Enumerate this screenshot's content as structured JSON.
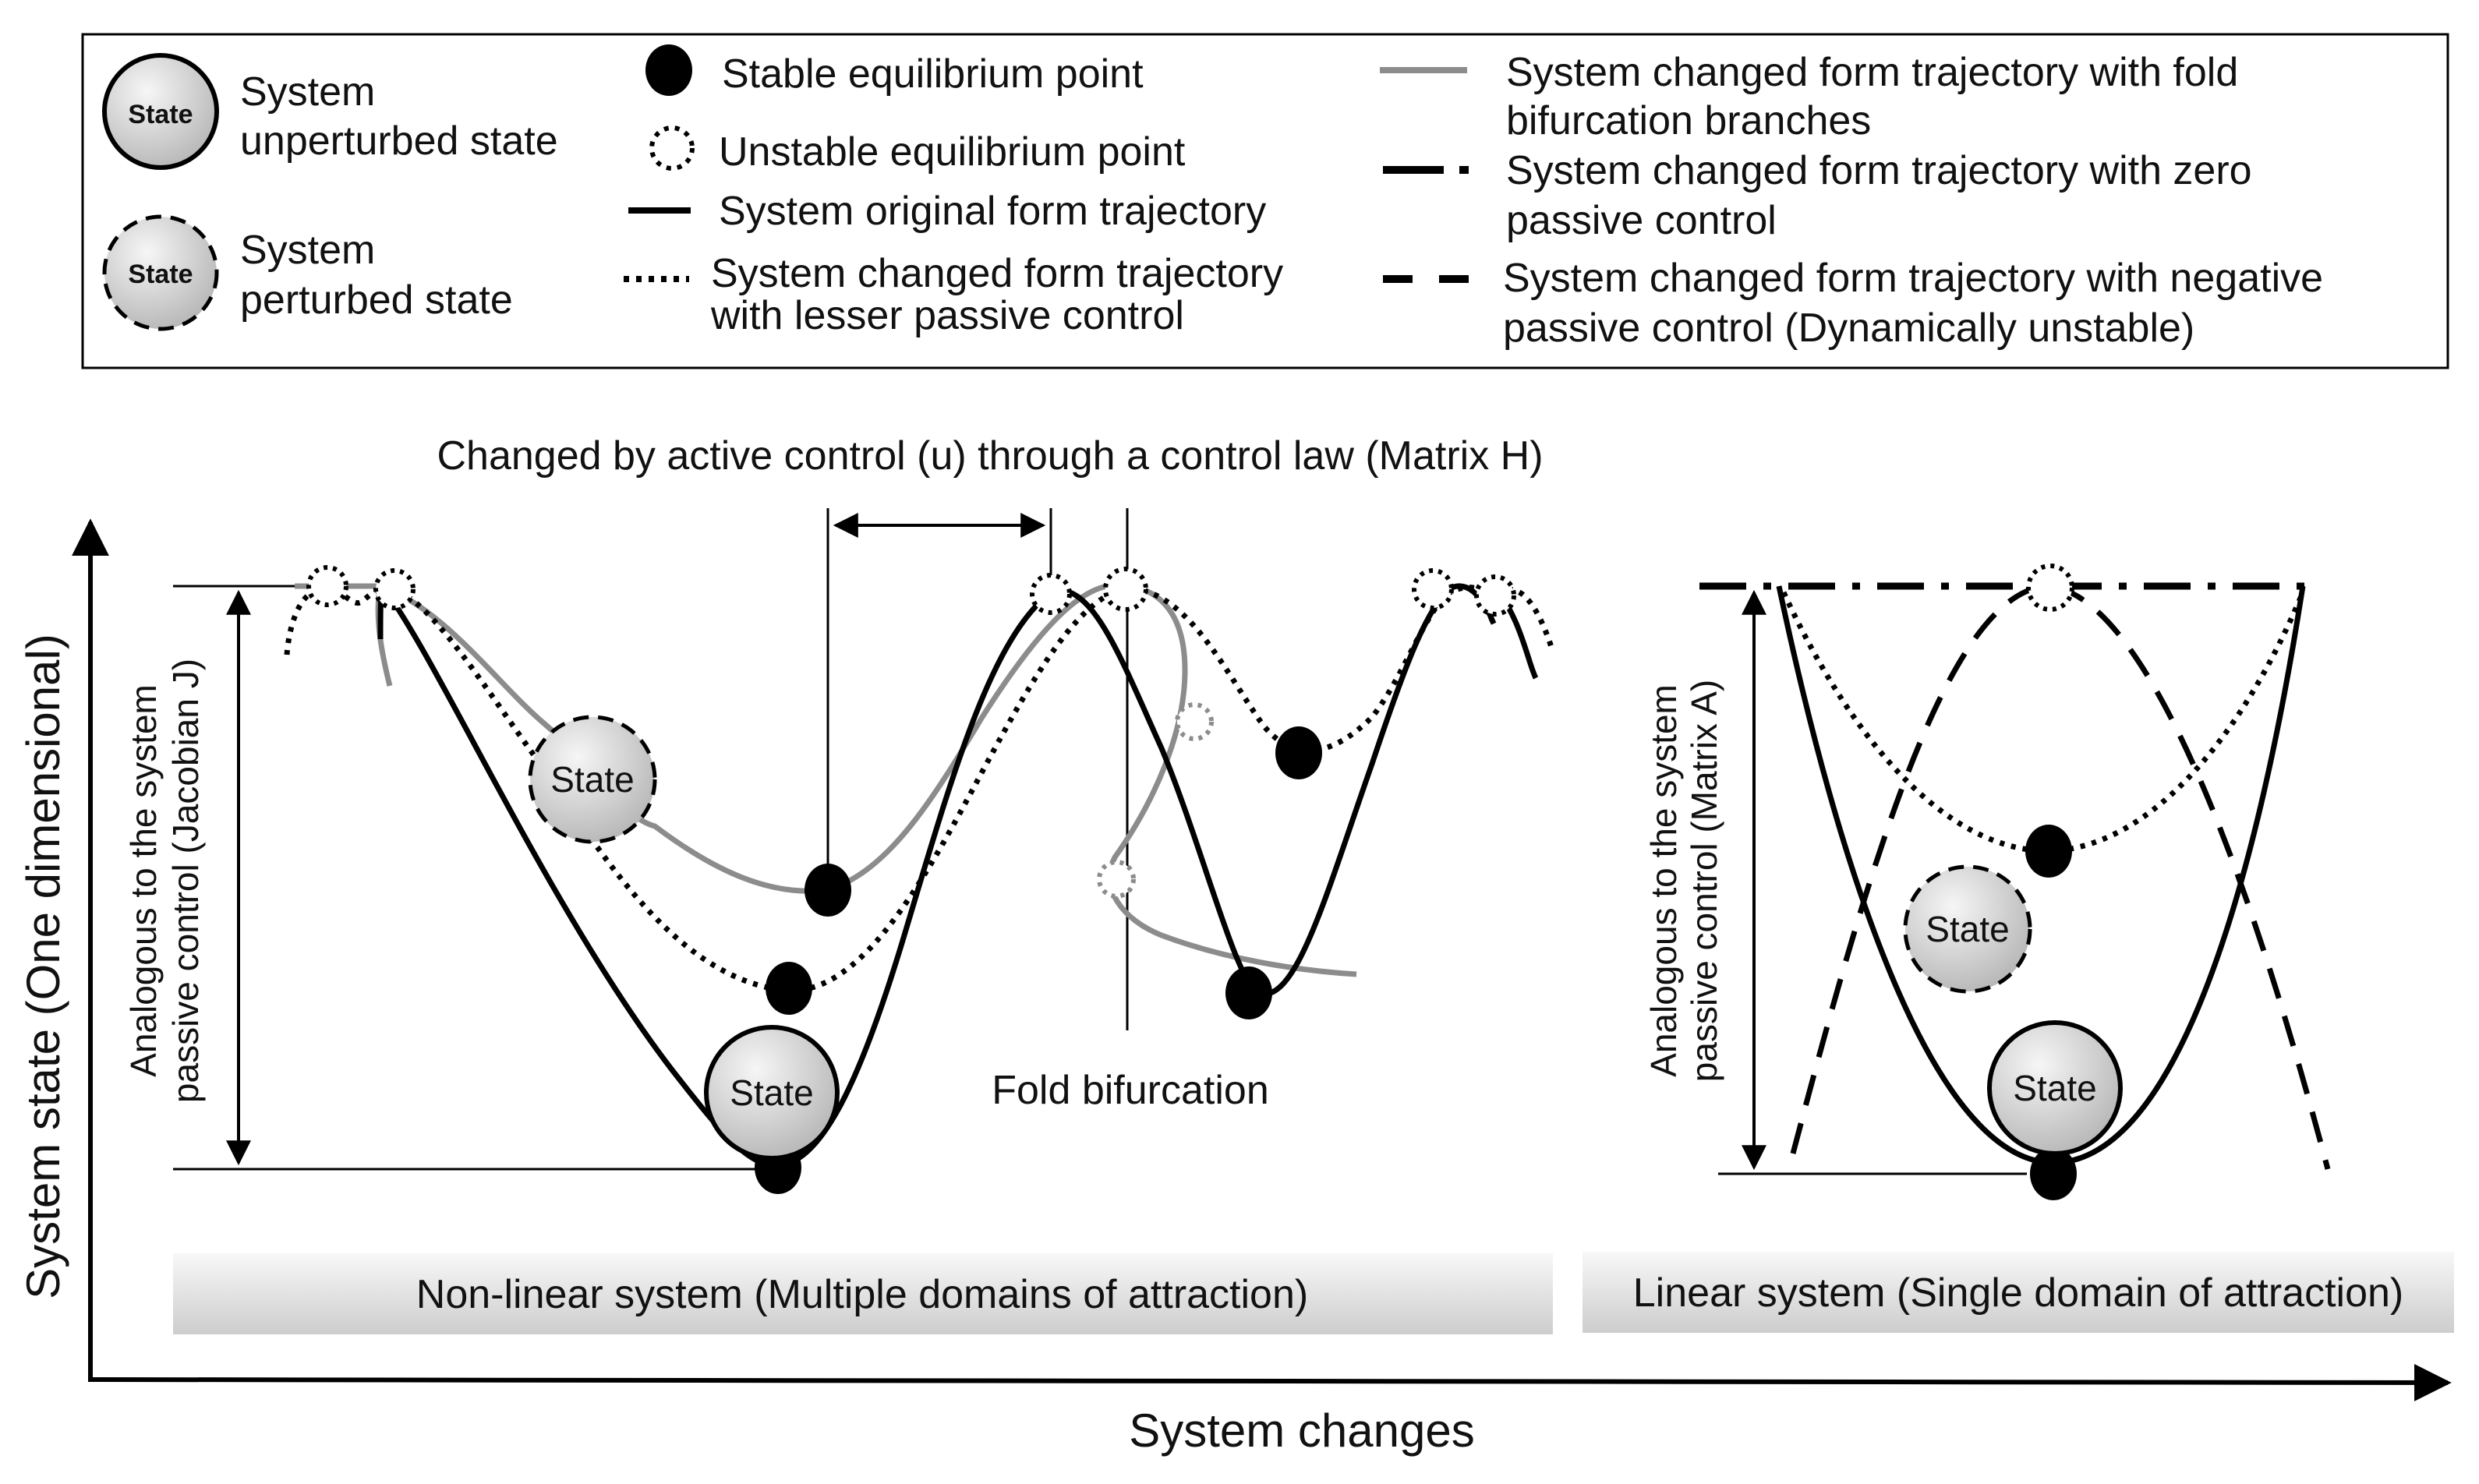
{
  "legend": {
    "unperturbed_label_line1": "System",
    "unperturbed_label_line2": "unperturbed state",
    "perturbed_label_line1": "System",
    "perturbed_label_line2": "perturbed state",
    "state_symbol": "State",
    "stable_point": "Stable equilibrium point",
    "unstable_point": "Unstable equilibrium point",
    "original_trajectory": "System original form trajectory",
    "lesser_passive_line1": "System changed form trajectory",
    "lesser_passive_line2": "with lesser passive control",
    "fold_branches_line1": "System changed form trajectory with fold",
    "fold_branches_line2": "bifurcation branches",
    "zero_passive_line1": "System changed form trajectory  with zero",
    "zero_passive_line2": "passive control",
    "negative_passive_line1": "System changed form trajectory  with negative",
    "negative_passive_line2": "passive control (Dynamically unstable)"
  },
  "diagram": {
    "active_control_label": "Changed by active control (u) through a control law (Matrix H)",
    "fold_bifurcation_label": "Fold bifurcation",
    "state_label": "State",
    "nonlinear_jacobian_line1": "Analogous to the system",
    "nonlinear_jacobian_line2": "passive control (Jacobian J)",
    "linear_matrix_line1": "Analogous to the system",
    "linear_matrix_line2": "passive control (Matrix A)",
    "nonlinear_caption": "Non-linear system (Multiple domains of attraction)",
    "linear_caption": "Linear system (Single domain of attraction)",
    "y_axis_label": "System state (One dimensional)",
    "x_axis_label": "System changes"
  },
  "colors": {
    "black_curve": "#000000",
    "gray_curve": "#8c8c8c",
    "state_ball_light": "#f4f4f4",
    "state_ball_dark": "#b9b9b9",
    "caption_bar_light": "#f7f7f7",
    "caption_bar_dark": "#cfcfcf"
  }
}
